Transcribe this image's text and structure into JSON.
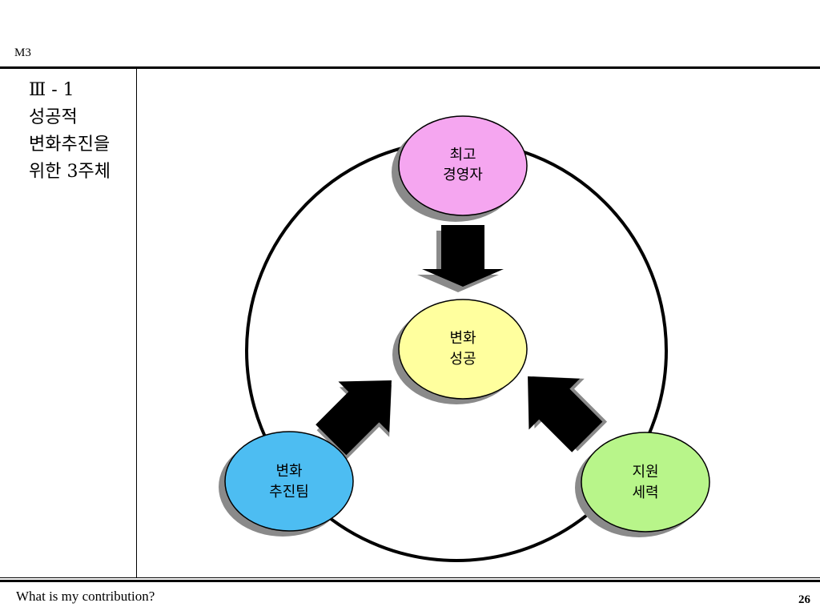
{
  "header": {
    "label": "M3"
  },
  "sidebar": {
    "title_lines": [
      "Ⅲ - 1",
      "성공적",
      "변화추진을",
      "위한 3주체"
    ]
  },
  "diagram": {
    "nodes": {
      "top": {
        "line1": "최고",
        "line2": "경영자",
        "color": "#f5a6f0"
      },
      "center": {
        "line1": "변화",
        "line2": "성공",
        "color": "#ffff9e"
      },
      "left": {
        "line1": "변화",
        "line2": "추진팀",
        "color": "#4dbdf2"
      },
      "right": {
        "line1": "지원",
        "line2": "세력",
        "color": "#b8f58a"
      }
    },
    "shadow_color": "#8a8a8a",
    "arrow_color": "#000000"
  },
  "footer": {
    "text": "What is my contribution?",
    "page_number": "26"
  }
}
